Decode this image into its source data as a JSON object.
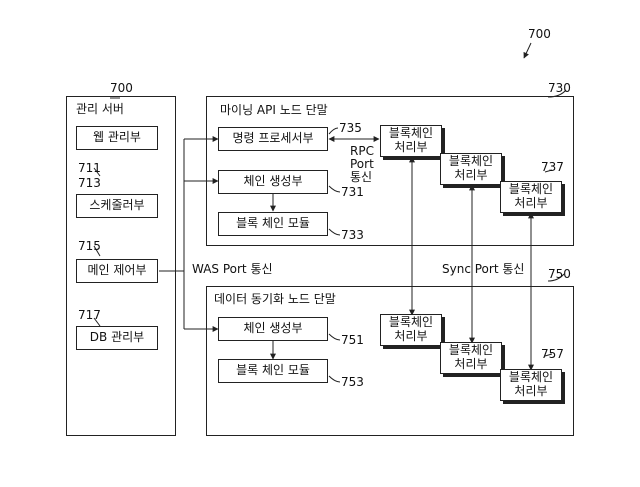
{
  "figure_ref": "700",
  "management_server": {
    "ref": "700",
    "title": "관리 서버",
    "web": {
      "ref": "711",
      "label": "웹 관리부"
    },
    "scheduler": {
      "ref": "713",
      "label": "스케줄러부"
    },
    "main_control": {
      "ref": "715",
      "label": "메인 제어부"
    },
    "db": {
      "ref": "717",
      "label": "DB 관리부"
    }
  },
  "mining_node": {
    "ref": "730",
    "title": "마이닝 API 노드 단말",
    "command_processor": {
      "ref": "735",
      "label": "명령 프로세서부"
    },
    "chain_generator": {
      "ref": "731",
      "label": "체인 생성부"
    },
    "block_chain_module": {
      "ref": "733",
      "label": "블록 체인 모듈"
    },
    "rpc_label_1": "RPC",
    "rpc_label_2": "Port",
    "rpc_label_3": "통신",
    "proc_ref": "737",
    "proc_line1": "블록체인",
    "proc_line2": "처리부"
  },
  "sync_node": {
    "ref": "750",
    "title": "데이터 동기화 노드 단말",
    "chain_generator": {
      "ref": "751",
      "label": "체인 생성부"
    },
    "block_chain_module": {
      "ref": "753",
      "label": "블록 체인 모듈"
    },
    "proc_ref": "757",
    "proc_line1": "블록체인",
    "proc_line2": "처리부"
  },
  "was_port_label": "WAS Port 통신",
  "sync_port_label": "Sync Port 통신"
}
